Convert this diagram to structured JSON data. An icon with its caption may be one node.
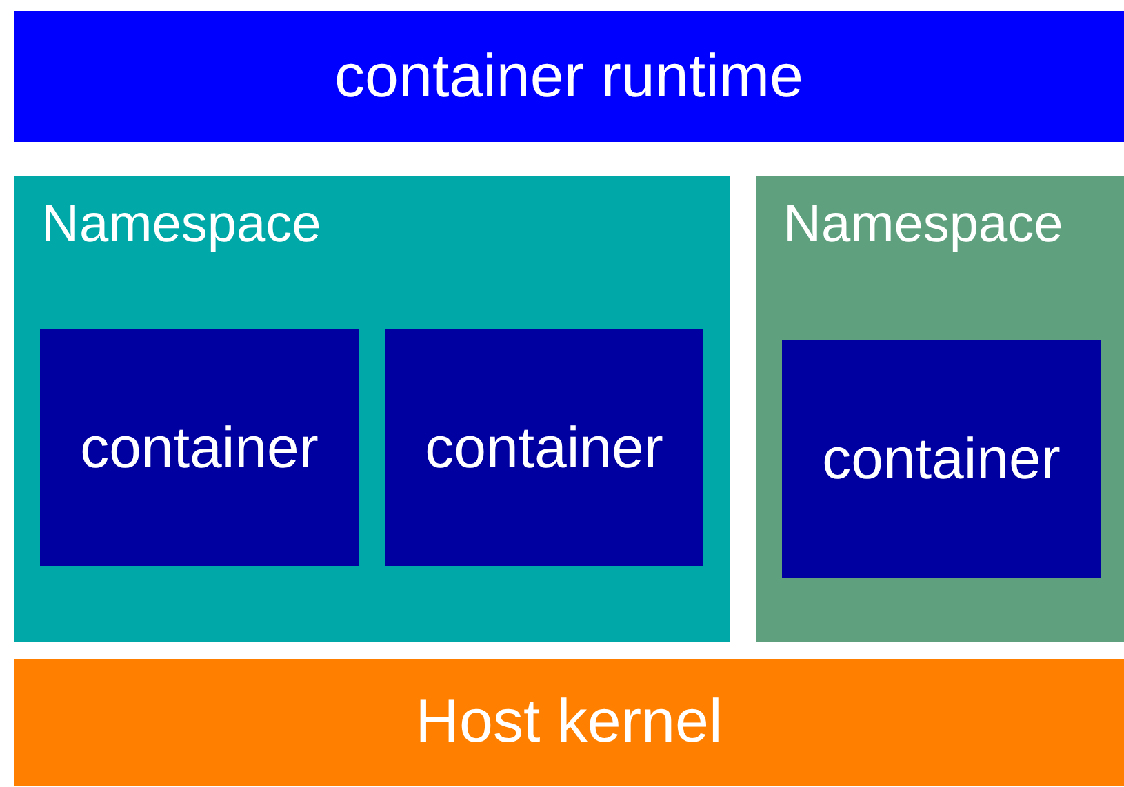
{
  "diagram": {
    "nodes": [
      {
        "text": [
          "container runtime"
        ]
      },
      {
        "text": [
          "Namespace"
        ]
      },
      {
        "text": [
          "container"
        ],
        "in": 1
      },
      {
        "text": [
          "container"
        ],
        "in": 1
      },
      {
        "text": [
          "Namespace"
        ]
      },
      {
        "text": [
          "container"
        ],
        "in": 4
      },
      {
        "text": [
          "Host kernel"
        ]
      }
    ]
  }
}
